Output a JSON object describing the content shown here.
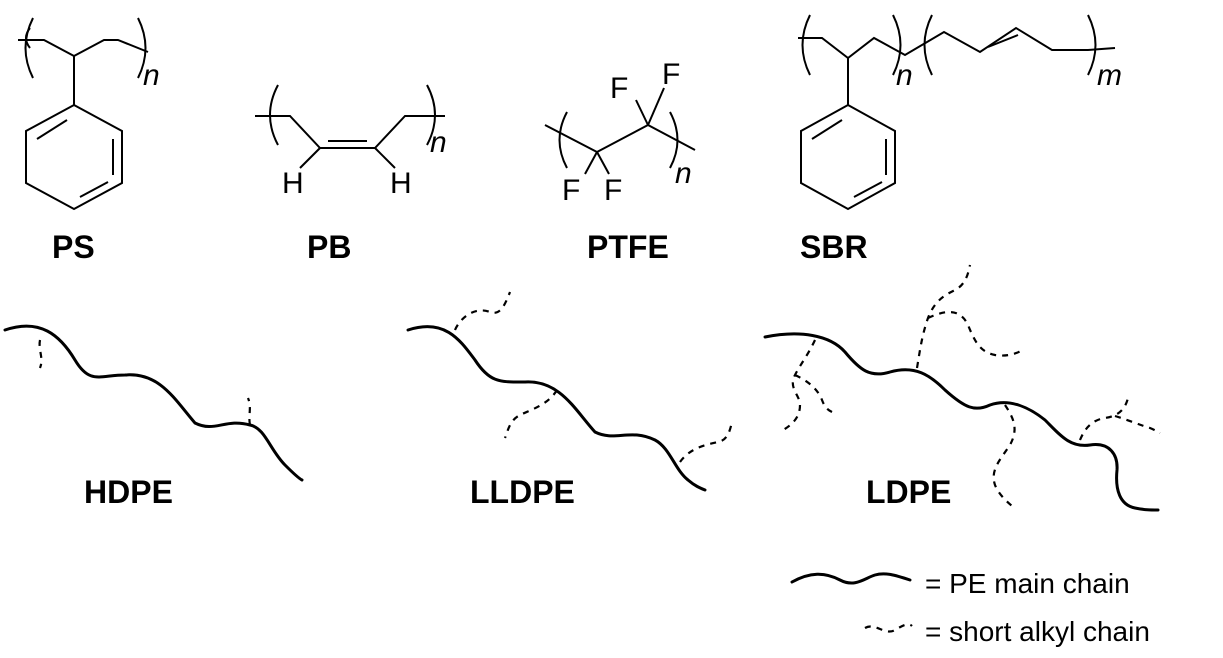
{
  "polymers": {
    "ps": {
      "label": "PS",
      "subscript": "n"
    },
    "pb": {
      "label": "PB",
      "subscript": "n",
      "atom_left": "H",
      "atom_right": "H"
    },
    "ptfe": {
      "label": "PTFE",
      "subscript": "n",
      "atoms": [
        "F",
        "F",
        "F",
        "F"
      ]
    },
    "sbr": {
      "label": "SBR",
      "subscript_1": "n",
      "subscript_2": "m"
    }
  },
  "pe_types": {
    "hdpe": {
      "label": "HDPE"
    },
    "lldpe": {
      "label": "LLDPE"
    },
    "ldpe": {
      "label": "LDPE"
    }
  },
  "legend": {
    "main_chain": "= PE main chain",
    "short_chain": "= short alkyl chain"
  }
}
